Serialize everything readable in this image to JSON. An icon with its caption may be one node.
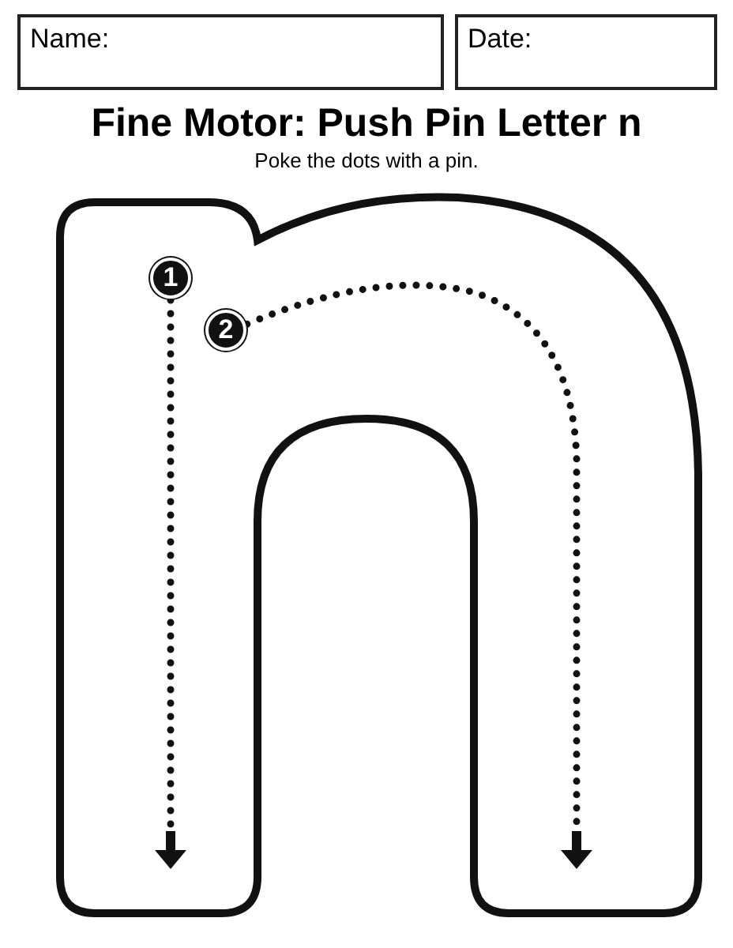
{
  "diagram": {
    "title": "Fine Motor: Push Pin Letter n",
    "nodes": [
      {
        "text": [
          "Name:"
        ]
      },
      {
        "text": [
          "Date:"
        ]
      },
      {
        "text": [
          "1"
        ]
      },
      {
        "text": [
          "2"
        ]
      }
    ],
    "edges": [
      {
        "from": 2,
        "to": null,
        "arrow": "to"
      },
      {
        "from": 3,
        "to": null,
        "arrow": "to"
      }
    ],
    "labels": [
      "Poke the dots with a pin."
    ]
  }
}
